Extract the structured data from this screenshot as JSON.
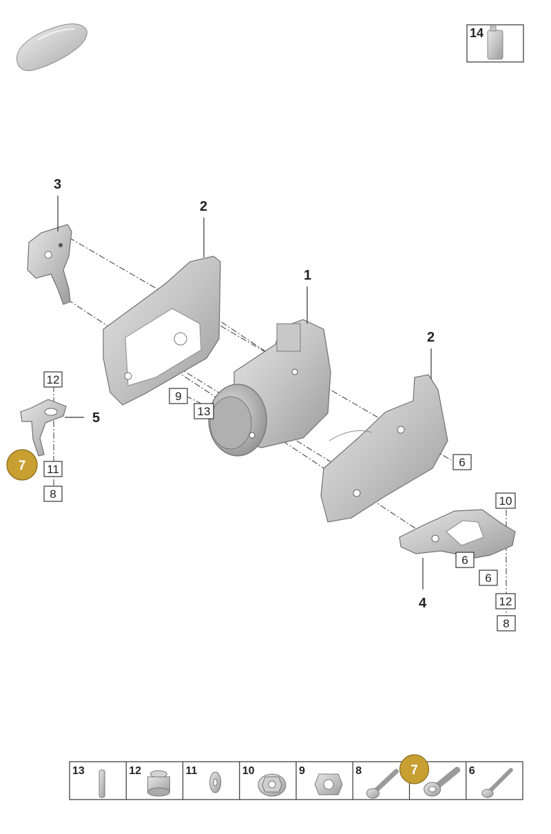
{
  "title_box": {
    "number": "14"
  },
  "callouts": {
    "c1": "1",
    "c2a": "2",
    "c2b": "2",
    "c3": "3",
    "c4": "4",
    "c5": "5"
  },
  "boxed_labels": {
    "b12_left": "12",
    "b11_left": "11",
    "b8_left": "8",
    "b9": "9",
    "b13": "13",
    "b6_right": "6",
    "b6_low1": "6",
    "b6_low2": "6",
    "b10_right": "10",
    "b12_right": "12",
    "b8_right": "8"
  },
  "badges": {
    "left": "7",
    "strip": "7"
  },
  "colors": {
    "badge": "#c8a032",
    "part": "#bdbdbd",
    "part_dark": "#9a9a9a"
  },
  "parts_strip": {
    "cells": [
      {
        "number": "13",
        "icon": "pin-icon"
      },
      {
        "number": "12",
        "icon": "plug-icon"
      },
      {
        "number": "11",
        "icon": "washer-icon"
      },
      {
        "number": "10",
        "icon": "flange-nut-icon"
      },
      {
        "number": "9",
        "icon": "hex-nut-icon"
      },
      {
        "number": "8",
        "icon": "bolt-icon"
      },
      {
        "number": "",
        "icon": "bolt-washer-icon"
      },
      {
        "number": "6",
        "icon": "screw-icon"
      }
    ]
  }
}
